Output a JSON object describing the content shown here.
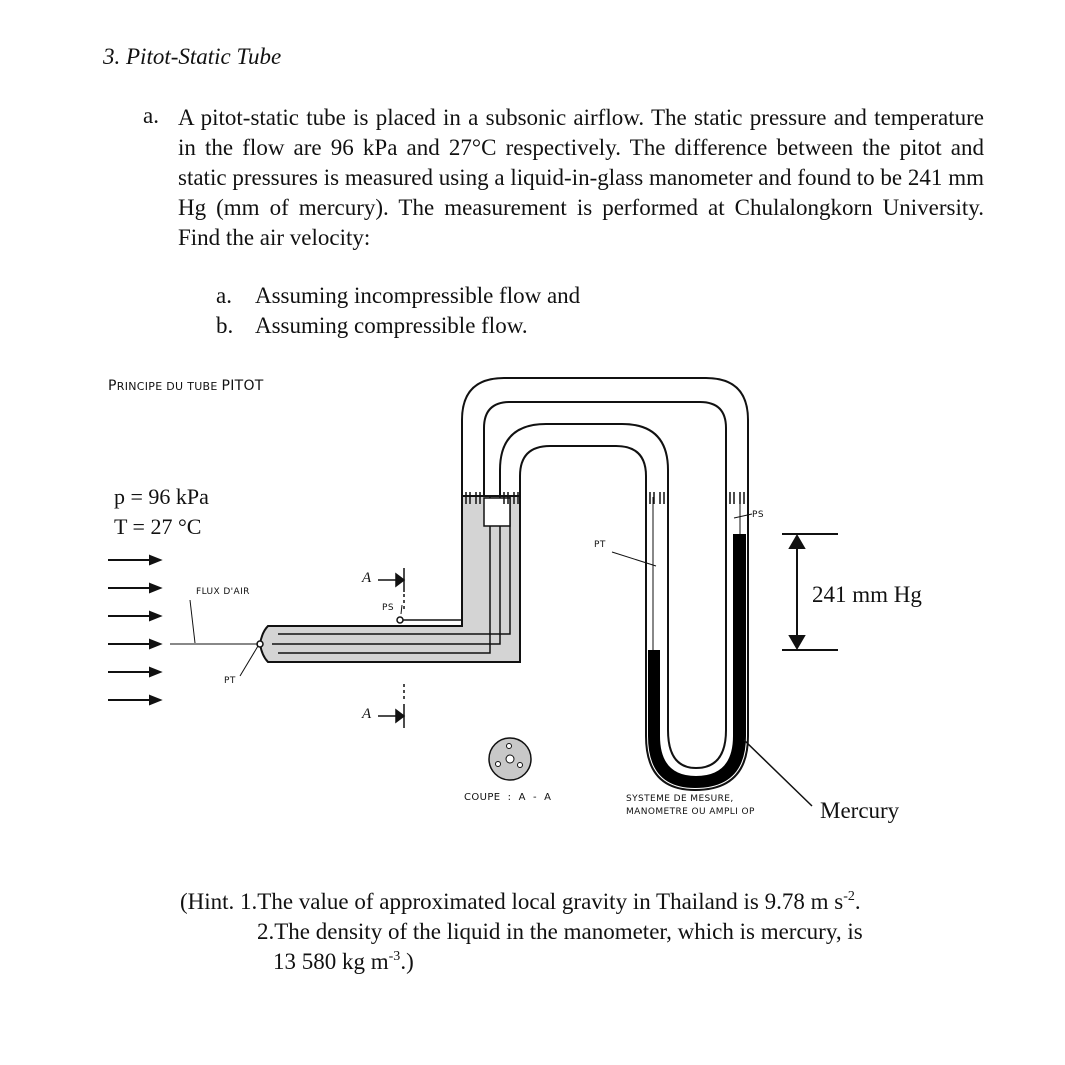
{
  "problem": {
    "title": "3. Pitot-Static Tube",
    "part_letter": "a.",
    "part_text": "A pitot-static tube is placed in a subsonic airflow. The static pressure and temperature in the flow are 96 kPa and 27°C respectively. The difference between the pitot and static pressures is measured using a liquid-in-glass manometer and found to be 241 mm Hg (mm of mercury). The measurement is performed at Chulalongkorn University. Find the air velocity:",
    "subparts": [
      {
        "letter": "a.",
        "text": "Assuming incompressible flow and"
      },
      {
        "letter": "b.",
        "text": "Assuming compressible flow."
      }
    ]
  },
  "figure": {
    "title_prefix": "P",
    "title_rest_1": "RINCIPE DU TUBE ",
    "title_end": "PITOT",
    "pressure_label": "p = 96 kPa",
    "temperature_label": "T = 27 °C",
    "flux_label": "FLUX D'AIR",
    "ps_label_1": "PS",
    "pt_label_1": "PT",
    "pt_label_2": "PT",
    "ps_label_2": "PS",
    "section_mark_top": "A",
    "section_mark_bottom": "A",
    "coupe_label": "COUPE  :  A  -  A",
    "system_label_line1": "SYSTEME DE MESURE,",
    "system_label_line2": "MANOMETRE OU AMPLI OP",
    "measurement": "241 mm Hg",
    "mercury_label": "Mercury"
  },
  "hint": {
    "line1_pre": "(Hint.  1.The value of approximated local gravity in Thailand is 9.78 m s",
    "line1_sup": "-2",
    "line1_post": ".",
    "line2": "2.The density of the liquid in the manometer, which is mercury, is",
    "line3_pre": "13 580 kg m",
    "line3_sup": "-3",
    "line3_post": ".)"
  },
  "colors": {
    "tube_fill": "#c8c8c8",
    "mercury": "#000000",
    "line": "#111111"
  }
}
